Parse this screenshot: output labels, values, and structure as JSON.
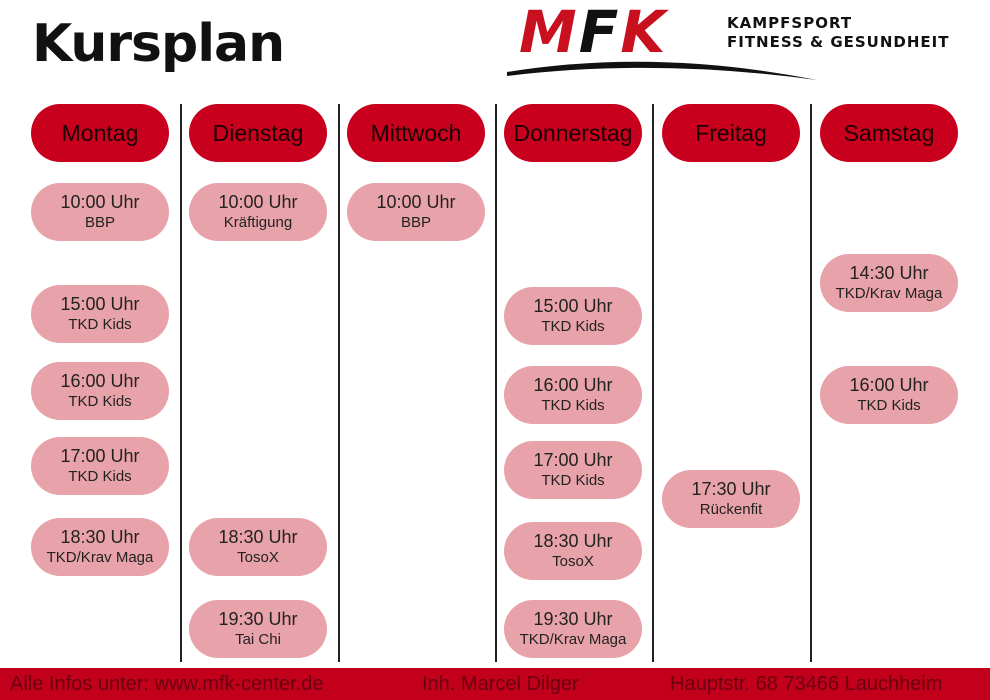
{
  "title": "Kursplan",
  "logo": {
    "mfk_red1": "M",
    "mfk_black": "F",
    "mfk_red2": "K",
    "line1": "KAMPFSPORT",
    "line2": "FITNESS & GESUNDHEIT"
  },
  "days": [
    {
      "name": "Montag",
      "classes": [
        {
          "time": "10:00 Uhr",
          "name": "BBP"
        },
        {
          "time": "15:00 Uhr",
          "name": "TKD Kids"
        },
        {
          "time": "16:00 Uhr",
          "name": "TKD Kids"
        },
        {
          "time": "17:00 Uhr",
          "name": "TKD Kids"
        },
        {
          "time": "18:30 Uhr",
          "name": "TKD/Krav Maga"
        }
      ]
    },
    {
      "name": "Dienstag",
      "classes": [
        {
          "time": "10:00 Uhr",
          "name": "Kräftigung"
        },
        {
          "time": "18:30 Uhr",
          "name": "TosoX"
        },
        {
          "time": "19:30 Uhr",
          "name": "Tai Chi"
        }
      ]
    },
    {
      "name": "Mittwoch",
      "classes": [
        {
          "time": "10:00 Uhr",
          "name": "BBP"
        }
      ]
    },
    {
      "name": "Donnerstag",
      "classes": [
        {
          "time": "15:00 Uhr",
          "name": "TKD Kids"
        },
        {
          "time": "16:00 Uhr",
          "name": "TKD Kids"
        },
        {
          "time": "17:00 Uhr",
          "name": "TKD Kids"
        },
        {
          "time": "18:30 Uhr",
          "name": "TosoX"
        },
        {
          "time": "19:30 Uhr",
          "name": "TKD/Krav Maga"
        }
      ]
    },
    {
      "name": "Freitag",
      "classes": [
        {
          "time": "17:30 Uhr",
          "name": "Rückenfit"
        }
      ]
    },
    {
      "name": "Samstag",
      "classes": [
        {
          "time": "14:30 Uhr",
          "name": "TKD/Krav Maga"
        },
        {
          "time": "16:00 Uhr",
          "name": "TKD Kids"
        }
      ]
    }
  ],
  "footer": {
    "info": "Alle Infos unter: www.mfk-center.de",
    "owner": "Inh. Marcel Dilger",
    "address": "Hauptstr. 68 73466 Lauchheim"
  },
  "colors": {
    "accent": "#c8001e",
    "pill": "#e8a2a9"
  }
}
